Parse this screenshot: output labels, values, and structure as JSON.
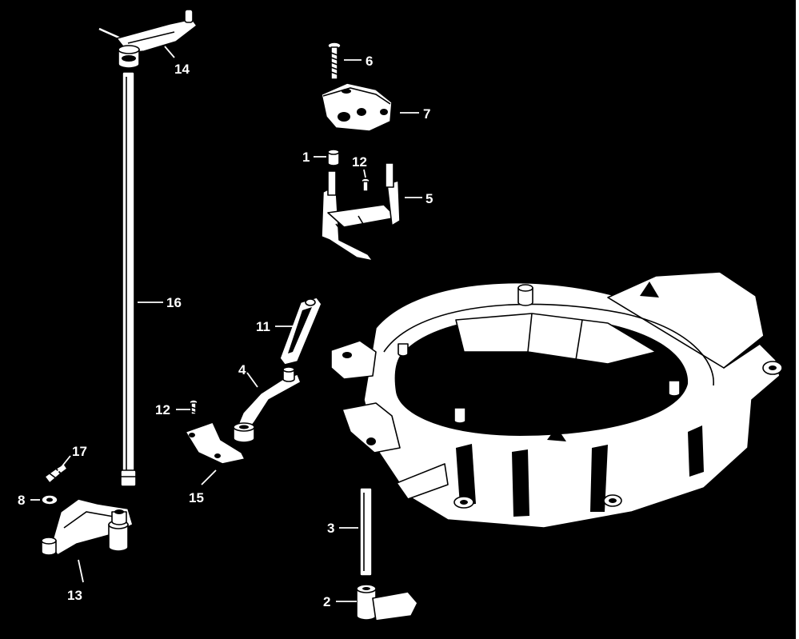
{
  "colors": {
    "background": "#000000",
    "linework": "#ffffff",
    "detail": "#000000"
  },
  "callouts": [
    {
      "id": "1",
      "text": "1"
    },
    {
      "id": "2",
      "text": "2"
    },
    {
      "id": "3",
      "text": "3"
    },
    {
      "id": "4",
      "text": "4"
    },
    {
      "id": "5",
      "text": "5"
    },
    {
      "id": "6",
      "text": "6"
    },
    {
      "id": "7",
      "text": "7"
    },
    {
      "id": "8",
      "text": "8"
    },
    {
      "id": "11",
      "text": "11"
    },
    {
      "id": "12a",
      "text": "12"
    },
    {
      "id": "12b",
      "text": "12"
    },
    {
      "id": "13",
      "text": "13"
    },
    {
      "id": "14",
      "text": "14"
    },
    {
      "id": "15",
      "text": "15"
    },
    {
      "id": "16",
      "text": "16"
    },
    {
      "id": "17",
      "text": "17"
    }
  ]
}
